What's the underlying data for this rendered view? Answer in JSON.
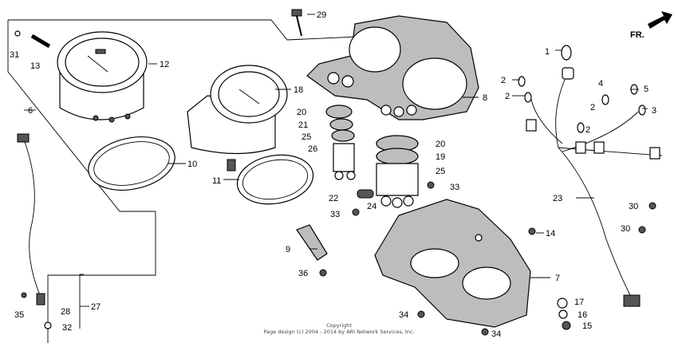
{
  "direction_label": "FR.",
  "callouts": {
    "c1": "1",
    "c2a": "2",
    "c2b": "2",
    "c2c": "2",
    "c2d": "2",
    "c3": "3",
    "c4": "4",
    "c5": "5",
    "c6": "6",
    "c7": "7",
    "c8": "8",
    "c9": "9",
    "c10": "10",
    "c11": "11",
    "c12": "12",
    "c13": "13",
    "c14": "14",
    "c15": "15",
    "c16": "16",
    "c17": "17",
    "c18": "18",
    "c19": "19",
    "c20a": "20",
    "c20b": "20",
    "c21": "21",
    "c22": "22",
    "c23": "23",
    "c24": "24",
    "c25a": "25",
    "c25b": "25",
    "c26": "26",
    "c27": "27",
    "c28": "28",
    "c29": "29",
    "c30a": "30",
    "c30b": "30",
    "c31": "31",
    "c32": "32",
    "c33a": "33",
    "c33b": "33",
    "c34a": "34",
    "c34b": "34",
    "c35": "35",
    "c36": "36"
  },
  "footer": {
    "line1": "Copyright",
    "line2": "Page design (c) 2004 - 2014 by ARI Network Services, Inc."
  }
}
